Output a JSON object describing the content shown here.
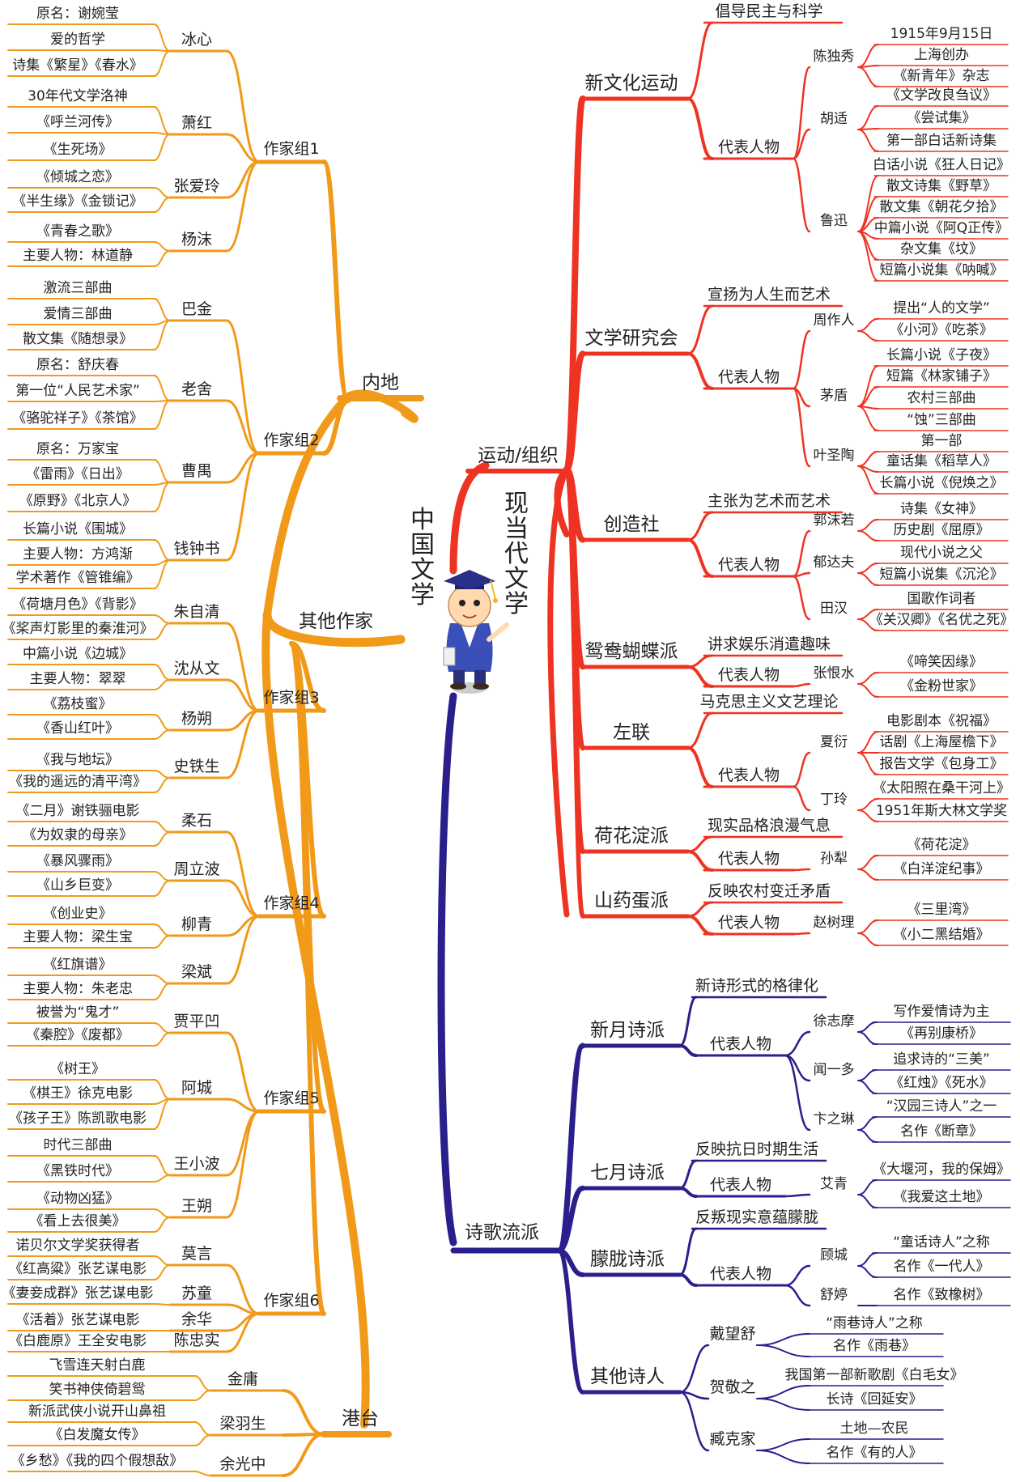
{
  "colors": {
    "modern": "#ee3322",
    "poetry": "#2a1f8c",
    "writers": "#f19a1a",
    "text": "#222222"
  },
  "center": {
    "root": "中国文学",
    "modern": "现当代文学",
    "movement": "运动/组织",
    "poetry": "诗歌流派",
    "others": "其他作家",
    "mainland": "内地",
    "hktw": "港台"
  },
  "movements": [
    {
      "name": "新文化运动",
      "aim": "倡导民主与科学",
      "rep_label": "代表人物",
      "people": [
        {
          "name": "陈独秀",
          "works": [
            "1915年9月15日",
            "上海创办",
            "《新青年》杂志"
          ]
        },
        {
          "name": "胡适",
          "works": [
            "《文学改良刍议》",
            "《尝试集》",
            "第一部白话新诗集"
          ]
        },
        {
          "name": "鲁迅",
          "works": [
            "白话小说《狂人日记》",
            "散文诗集《野草》",
            "散文集《朝花夕拾》",
            "中篇小说《阿Q正传》",
            "杂文集《坟》",
            "短篇小说集《呐喊》"
          ]
        }
      ]
    },
    {
      "name": "文学研究会",
      "aim": "宣扬为人生而艺术",
      "rep_label": "代表人物",
      "people": [
        {
          "name": "周作人",
          "works": [
            "提出“人的文学”",
            "《小河》《吃茶》"
          ]
        },
        {
          "name": "茅盾",
          "works": [
            "长篇小说《子夜》",
            "短篇《林家铺子》",
            "农村三部曲",
            "“蚀”三部曲"
          ]
        },
        {
          "name": "叶圣陶",
          "works": [
            "第一部",
            "童话集《稻草人》",
            "长篇小说《倪焕之》"
          ]
        }
      ]
    },
    {
      "name": "创造社",
      "aim": "主张为艺术而艺术",
      "rep_label": "代表人物",
      "people": [
        {
          "name": "郭沫若",
          "works": [
            "诗集《女神》",
            "历史剧《屈原》"
          ]
        },
        {
          "name": "郁达夫",
          "works": [
            "现代小说之父",
            "短篇小说集《沉沦》"
          ]
        },
        {
          "name": "田汉",
          "works": [
            "国歌作词者",
            "《关汉卿》《名优之死》"
          ]
        }
      ]
    },
    {
      "name": "鸳鸯蝴蝶派",
      "aim": "讲求娱乐消遣趣味",
      "rep_label": "代表人物",
      "people": [
        {
          "name": "张恨水",
          "works": [
            "《啼笑因缘》",
            "《金粉世家》"
          ]
        }
      ]
    },
    {
      "name": "左联",
      "aim": "马克思主义文艺理论",
      "rep_label": "代表人物",
      "people": [
        {
          "name": "夏衍",
          "works": [
            "电影剧本《祝福》",
            "话剧《上海屋檐下》",
            "报告文学《包身工》"
          ]
        },
        {
          "name": "丁玲",
          "works": [
            "《太阳照在桑干河上》",
            "1951年斯大林文学奖"
          ]
        }
      ]
    },
    {
      "name": "荷花淀派",
      "aim": "现实品格浪漫气息",
      "rep_label": "代表人物",
      "people": [
        {
          "name": "孙犁",
          "works": [
            "《荷花淀》",
            "《白洋淀纪事》"
          ]
        }
      ]
    },
    {
      "name": "山药蛋派",
      "aim": "反映农村变迁矛盾",
      "rep_label": "代表人物",
      "people": [
        {
          "name": "赵树理",
          "works": [
            "《三里湾》",
            "《小二黑结婚》"
          ]
        }
      ]
    }
  ],
  "poetry_schools": [
    {
      "name": "新月诗派",
      "aim": "新诗形式的格律化",
      "rep_label": "代表人物",
      "people": [
        {
          "name": "徐志摩",
          "works": [
            "写作爱情诗为主",
            "《再别康桥》"
          ]
        },
        {
          "name": "闻一多",
          "works": [
            "追求诗的“三美”",
            "《红烛》《死水》"
          ]
        },
        {
          "name": "卞之琳",
          "works": [
            "“汉园三诗人”之一",
            "名作《断章》"
          ]
        }
      ]
    },
    {
      "name": "七月诗派",
      "aim": "反映抗日时期生活",
      "rep_label": "代表人物",
      "people": [
        {
          "name": "艾青",
          "works": [
            "《大堰河，我的保姆》",
            "《我爱这土地》"
          ]
        }
      ]
    },
    {
      "name": "朦胧诗派",
      "aim": "反叛现实意蕴朦胧",
      "rep_label": "代表人物",
      "people": [
        {
          "name": "顾城",
          "works": [
            "“童话诗人”之称",
            "名作《一代人》"
          ]
        },
        {
          "name": "舒婷",
          "works": [
            "名作《致橡树》"
          ]
        }
      ]
    },
    {
      "name": "其他诗人",
      "aim": "",
      "rep_label": "",
      "people": [
        {
          "name": "戴望舒",
          "works": [
            "“雨巷诗人”之称",
            "名作《雨巷》"
          ]
        },
        {
          "name": "贺敬之",
          "works": [
            "我国第一部新歌剧《白毛女》",
            "长诗《回延安》"
          ]
        },
        {
          "name": "臧克家",
          "works": [
            "土地—农民",
            "名作《有的人》"
          ]
        }
      ]
    }
  ],
  "writer_groups": [
    {
      "name": "作家组1",
      "writers": [
        {
          "name": "冰心",
          "works": [
            "原名：谢婉莹",
            "爱的哲学",
            "诗集《繁星》《春水》"
          ]
        },
        {
          "name": "萧红",
          "works": [
            "30年代文学洛神",
            "《呼兰河传》",
            "《生死场》"
          ]
        },
        {
          "name": "张爱玲",
          "works": [
            "《倾城之恋》",
            "《半生缘》《金锁记》"
          ]
        },
        {
          "name": "杨沫",
          "works": [
            "《青春之歌》",
            "主要人物：林道静"
          ]
        }
      ]
    },
    {
      "name": "作家组2",
      "writers": [
        {
          "name": "巴金",
          "works": [
            "激流三部曲",
            "爱情三部曲",
            "散文集《随想录》"
          ]
        },
        {
          "name": "老舍",
          "works": [
            "原名：舒庆春",
            "第一位“人民艺术家”",
            "《骆驼祥子》《茶馆》"
          ]
        },
        {
          "name": "曹禺",
          "works": [
            "原名：万家宝",
            "《雷雨》《日出》",
            "《原野》《北京人》"
          ]
        },
        {
          "name": "钱钟书",
          "works": [
            "长篇小说《围城》",
            "主要人物：方鸿渐",
            "学术著作《管锥编》"
          ]
        }
      ]
    },
    {
      "name": "作家组3",
      "writers": [
        {
          "name": "朱自清",
          "works": [
            "《荷塘月色》《背影》",
            "《桨声灯影里的秦淮河》"
          ]
        },
        {
          "name": "沈从文",
          "works": [
            "中篇小说《边城》",
            "主要人物：翠翠"
          ]
        },
        {
          "name": "杨朔",
          "works": [
            "《荔枝蜜》",
            "《香山红叶》"
          ]
        },
        {
          "name": "史铁生",
          "works": [
            "《我与地坛》",
            "《我的遥远的清平湾》"
          ]
        }
      ]
    },
    {
      "name": "作家组4",
      "writers": [
        {
          "name": "柔石",
          "works": [
            "《二月》谢铁骊电影",
            "《为奴隶的母亲》"
          ]
        },
        {
          "name": "周立波",
          "works": [
            "《暴风骤雨》",
            "《山乡巨变》"
          ]
        },
        {
          "name": "柳青",
          "works": [
            "《创业史》",
            "主要人物：梁生宝"
          ]
        },
        {
          "name": "梁斌",
          "works": [
            "《红旗谱》",
            "主要人物：朱老忠"
          ]
        }
      ]
    },
    {
      "name": "作家组5",
      "writers": [
        {
          "name": "贾平凹",
          "works": [
            "被誉为“鬼才”",
            "《秦腔》《废都》"
          ]
        },
        {
          "name": "阿城",
          "works": [
            "《树王》",
            "《棋王》徐克电影",
            "《孩子王》陈凯歌电影"
          ]
        },
        {
          "name": "王小波",
          "works": [
            "时代三部曲",
            "《黑铁时代》"
          ]
        },
        {
          "name": "王朔",
          "works": [
            "《动物凶猛》",
            "《看上去很美》"
          ]
        }
      ]
    },
    {
      "name": "作家组6",
      "writers": [
        {
          "name": "莫言",
          "works": [
            "诺贝尔文学奖获得者",
            "《红高粱》张艺谋电影"
          ]
        },
        {
          "name": "苏童",
          "works": [
            "《妻妾成群》张艺谋电影"
          ]
        },
        {
          "name": "余华",
          "works": [
            "《活着》张艺谋电影"
          ]
        },
        {
          "name": "陈忠实",
          "works": [
            "《白鹿原》王全安电影"
          ]
        }
      ]
    }
  ],
  "hktw_writers": [
    {
      "name": "金庸",
      "works": [
        "飞雪连天射白鹿",
        "笑书神侠倚碧鸳"
      ]
    },
    {
      "name": "梁羽生",
      "works": [
        "新派武侠小说开山鼻祖",
        "《白发魔女传》"
      ]
    },
    {
      "name": "余光中",
      "works": [
        "《乡愁》《我的四个假想敌》"
      ]
    }
  ]
}
